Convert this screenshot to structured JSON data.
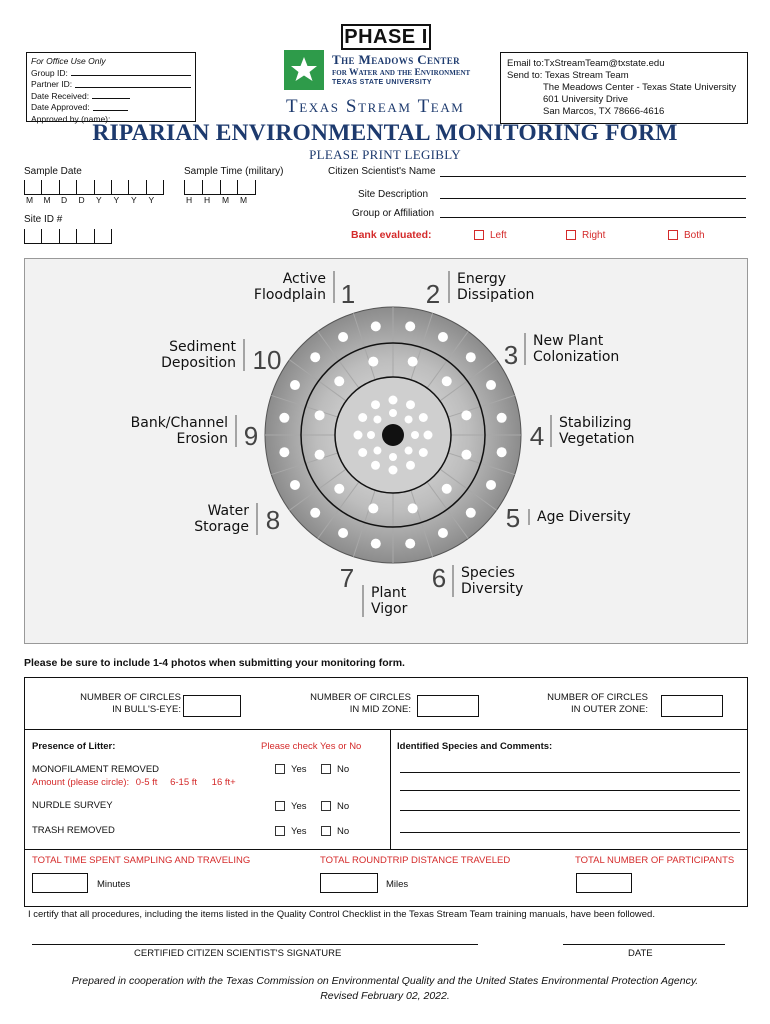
{
  "header": {
    "phase": "PHASE I",
    "office": {
      "title": "For Office Use Only",
      "group_id": "Group ID:",
      "partner_id": "Partner ID:",
      "date_received": "Date Received:",
      "date_approved": "Date Approved:",
      "approved_by": "Approved by (name):"
    },
    "logo": {
      "line1": "The Meadows Center",
      "line2": "for Water and the Environment",
      "line3": "TEXAS STATE UNIVERSITY",
      "brand": "Texas Stream Team",
      "star_color": "#ffffff",
      "green": "#2e9b4a",
      "navy": "#1d3a6e"
    },
    "contact": {
      "email": "Email to:TxStreamTeam@txstate.edu",
      "send": "Send to: Texas Stream Team",
      "addr1": "The Meadows Center - Texas State University",
      "addr2": "601 University Drive",
      "addr3": "San Marcos, TX 78666-4616"
    }
  },
  "title": "RIPARIAN ENVIRONMENTAL MONITORING FORM",
  "subtitle": "PLEASE PRINT LEGIBLY",
  "fields": {
    "sample_date": "Sample Date",
    "date_letters": [
      "M",
      "M",
      "D",
      "D",
      "Y",
      "Y",
      "Y",
      "Y"
    ],
    "sample_time": "Sample Time (military)",
    "time_letters": [
      "H",
      "H",
      "M",
      "M"
    ],
    "site_id": "Site ID #",
    "citizen_name": "Citizen Scientist's Name",
    "site_description": "Site Description",
    "group_affiliation": "Group or Affiliation",
    "bank_evaluated": "Bank evaluated:",
    "bank_options": [
      "Left",
      "Right",
      "Both"
    ]
  },
  "wheel": {
    "labels": [
      {
        "n": "1",
        "text": [
          "Active",
          "Floodplain"
        ]
      },
      {
        "n": "2",
        "text": [
          "Energy",
          "Dissipation"
        ]
      },
      {
        "n": "3",
        "text": [
          "New Plant",
          "Colonization"
        ]
      },
      {
        "n": "4",
        "text": [
          "Stabilizing",
          "Vegetation"
        ]
      },
      {
        "n": "5",
        "text": [
          "Age Diversity"
        ]
      },
      {
        "n": "6",
        "text": [
          "Species",
          "Diversity"
        ]
      },
      {
        "n": "7",
        "text": [
          "Plant",
          "Vigor"
        ]
      },
      {
        "n": "8",
        "text": [
          "Water",
          "Storage"
        ]
      },
      {
        "n": "9",
        "text": [
          "Bank/Channel",
          "Erosion"
        ]
      },
      {
        "n": "10",
        "text": [
          "Sediment",
          "Deposition"
        ]
      }
    ]
  },
  "photo_note": "Please be sure to include 1-4 photos when submitting your monitoring form.",
  "circles": {
    "bulls_eye": [
      "NUMBER OF CIRCLES",
      "IN BULL'S-EYE:"
    ],
    "mid_zone": [
      "NUMBER OF CIRCLES",
      "IN MID ZONE:"
    ],
    "outer_zone": [
      "NUMBER OF CIRCLES",
      "IN OUTER ZONE:"
    ]
  },
  "litter": {
    "presence": "Presence of Litter:",
    "check": "Please check Yes or No",
    "species": "Identified Species and Comments:",
    "monofilament": "MONOFILAMENT REMOVED",
    "amount": "Amount (please circle):",
    "amounts": [
      "0-5 ft",
      "6-15 ft",
      "16 ft+"
    ],
    "nurdle": "NURDLE SURVEY",
    "trash": "TRASH REMOVED",
    "yes": "Yes",
    "no": "No"
  },
  "totals": {
    "time": "TOTAL TIME SPENT SAMPLING AND TRAVELING",
    "distance": "TOTAL ROUNDTRIP DISTANCE TRAVELED",
    "participants": "TOTAL NUMBER OF PARTICIPANTS",
    "minutes": "Minutes",
    "miles": "Miles"
  },
  "certify": "I certify that all procedures, including the items listed in the Quality Control Checklist in the Texas Stream Team training manuals, have been followed.",
  "signature": "CERTIFIED CITIZEN SCIENTIST'S SIGNATURE",
  "date": "DATE",
  "footer1": "Prepared in cooperation with the Texas Commission on Environmental Quality and the United States Environmental Protection Agency.",
  "footer2": "Revised February 02, 2022."
}
